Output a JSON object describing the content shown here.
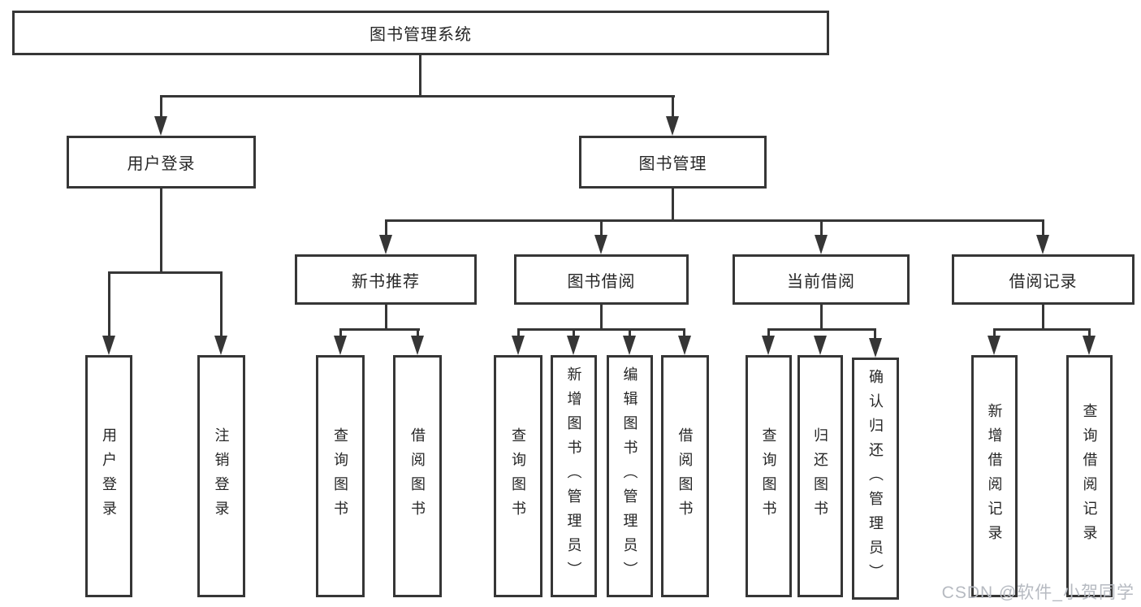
{
  "diagram": {
    "title": "图书管理系统",
    "type": "hierarchy-tree",
    "tree": {
      "label": "图书管理系统",
      "children": [
        {
          "label": "用户登录",
          "children": [
            {
              "label": "用户登录"
            },
            {
              "label": "注销登录"
            }
          ]
        },
        {
          "label": "图书管理",
          "children": [
            {
              "label": "新书推荐",
              "children": [
                {
                  "label": "查询图书"
                },
                {
                  "label": "借阅图书"
                }
              ]
            },
            {
              "label": "图书借阅",
              "children": [
                {
                  "label": "查询图书"
                },
                {
                  "label": "新增图书（管理员）"
                },
                {
                  "label": "编辑图书（管理员）"
                },
                {
                  "label": "借阅图书"
                }
              ]
            },
            {
              "label": "当前借阅",
              "children": [
                {
                  "label": "查询图书"
                },
                {
                  "label": "归还图书"
                },
                {
                  "label": "确认归还（管理员）"
                }
              ]
            },
            {
              "label": "借阅记录",
              "children": [
                {
                  "label": "新增借阅记录"
                },
                {
                  "label": "查询借阅记录"
                }
              ]
            }
          ]
        }
      ]
    },
    "watermark": "CSDN @软件_小贺同学",
    "colors": {
      "background": "#ffffff",
      "box_border": "#363636",
      "box_fill": "#ffffff",
      "line": "#363636",
      "text": "#262626",
      "watermark": "#b6bac1"
    }
  }
}
